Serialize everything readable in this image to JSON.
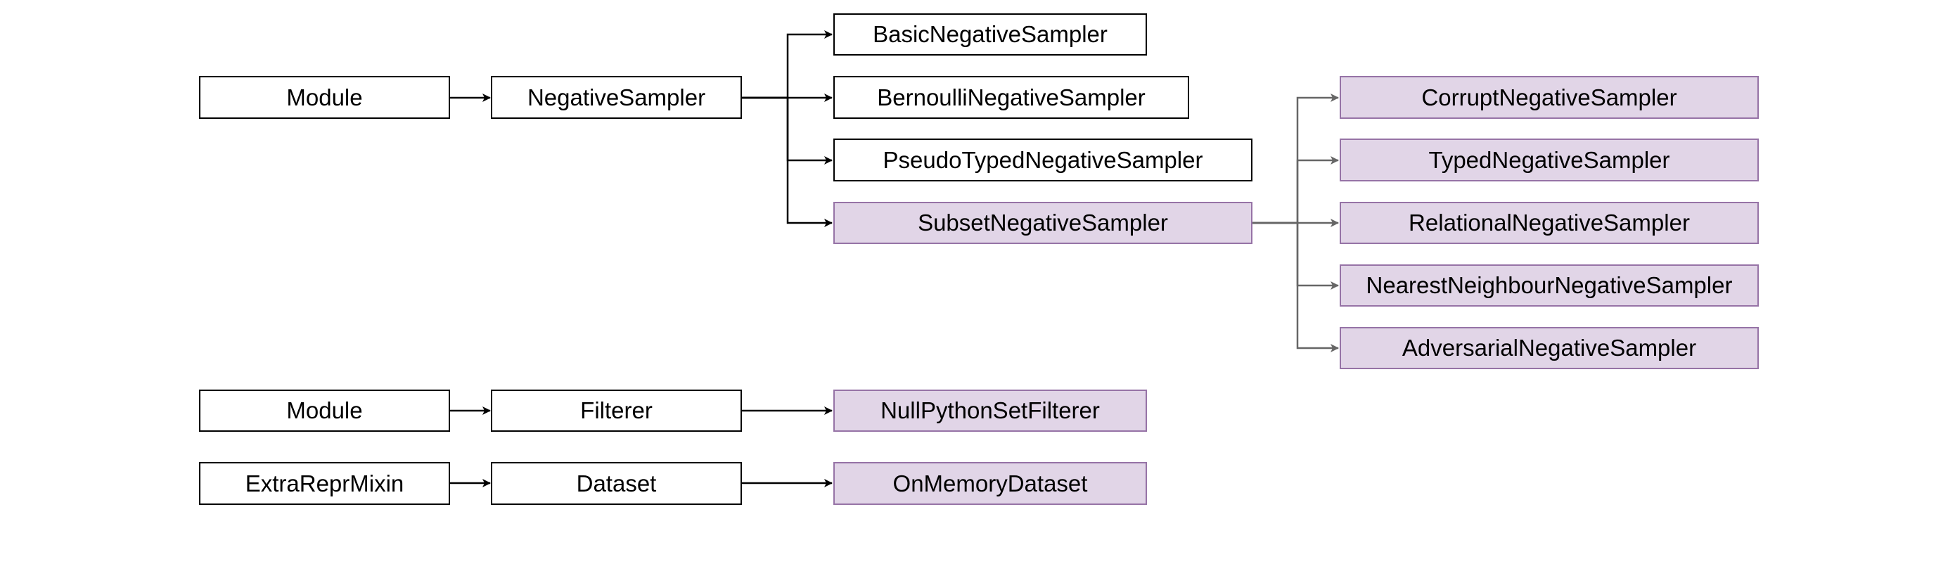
{
  "colors": {
    "base_fill": "#ffffff",
    "base_stroke": "#000000",
    "new_fill": "#e1d5e7",
    "new_stroke": "#9673a6",
    "edge_dark": "#000000",
    "edge_gray": "#666666"
  },
  "nodes": {
    "module_1": "Module",
    "negative_sampler": "NegativeSampler",
    "basic_negative_sampler": "BasicNegativeSampler",
    "bernoulli_negative_sampler": "BernoulliNegativeSampler",
    "pseudo_typed_negative_sampler": "PseudoTypedNegativeSampler",
    "subset_negative_sampler": "SubsetNegativeSampler",
    "corrupt_negative_sampler": "CorruptNegativeSampler",
    "typed_negative_sampler": "TypedNegativeSampler",
    "relational_negative_sampler": "RelationalNegativeSampler",
    "nearest_neighbour_negative_sampler": "NearestNeighbourNegativeSampler",
    "adversarial_negative_sampler": "AdversarialNegativeSampler",
    "module_2": "Module",
    "filterer": "Filterer",
    "null_python_set_filterer": "NullPythonSetFilterer",
    "extra_repr_mixin": "ExtraReprMixin",
    "dataset": "Dataset",
    "on_memory_dataset": "OnMemoryDataset"
  }
}
